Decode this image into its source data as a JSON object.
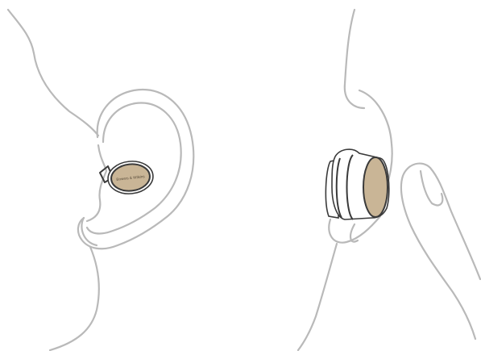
{
  "brand_logo_text": "Bowers & Wilkins",
  "colors": {
    "outline": "#b9b9b9",
    "earbud_trim": "#3a3a3a",
    "earbud_face": "#c9b596",
    "background": "#ffffff"
  },
  "panels": [
    {
      "view": "ear-front"
    },
    {
      "view": "ear-side-with-finger"
    }
  ]
}
